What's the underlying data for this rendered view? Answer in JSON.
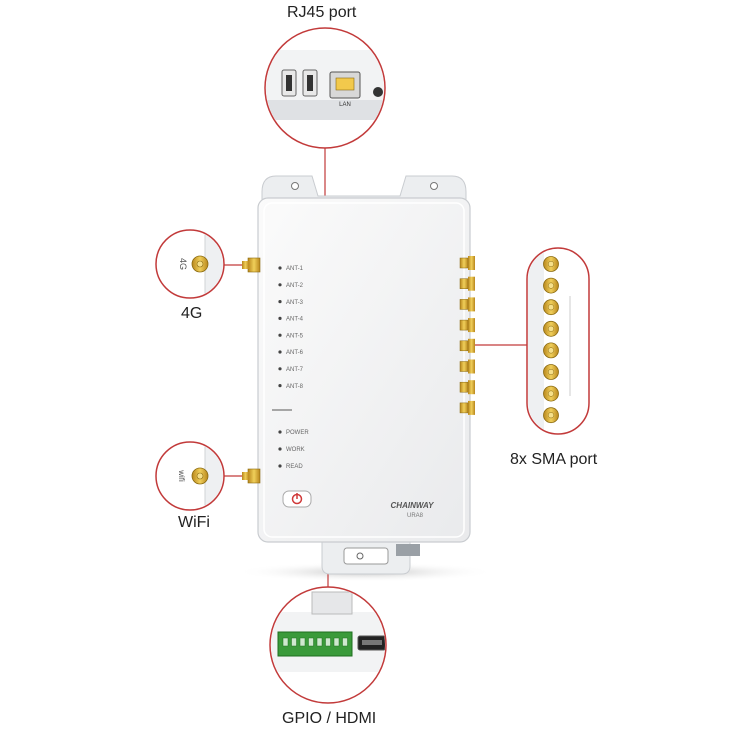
{
  "captions": {
    "rj45": "RJ45 port",
    "fourg": "4G",
    "wifi": "WiFi",
    "sma": "8x SMA port",
    "gpio": "GPIO / HDMI"
  },
  "device": {
    "antennas": [
      "ANT-1",
      "ANT-2",
      "ANT-3",
      "ANT-4",
      "ANT-5",
      "ANT-6",
      "ANT-7",
      "ANT-8"
    ],
    "status": [
      "POWER",
      "WORK",
      "READ"
    ],
    "brand": "CHAINWAY",
    "model": "URA8"
  },
  "callouts": {
    "lan_label": "LAN",
    "fourg_label": "4G",
    "wifi_label": "wifi"
  },
  "colors": {
    "gold": "#d4a72c",
    "red_line": "#c23a3a",
    "body": "#f3f4f5",
    "power_red": "#d03a3a"
  }
}
